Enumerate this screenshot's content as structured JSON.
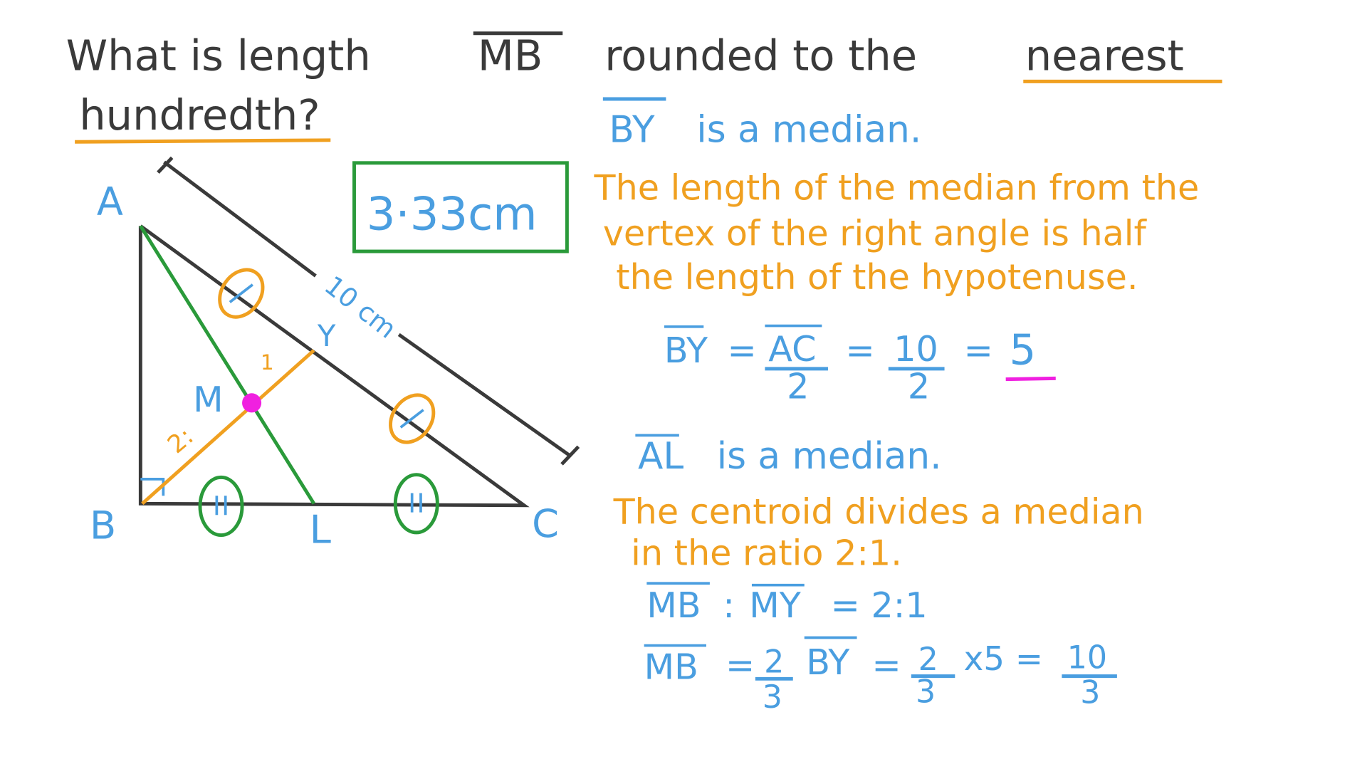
{
  "question": {
    "line1_before": "What is length",
    "segment": "MB",
    "line1_after": "rounded to the",
    "emphasis1": "nearest",
    "line2": "hundredth?"
  },
  "answer": "3·33cm",
  "diagram": {
    "labels": {
      "A": "A",
      "B": "B",
      "C": "C",
      "L": "L",
      "M": "M",
      "Y": "Y"
    },
    "hypotenuse_length": "10 cm",
    "ratio_small": "1",
    "ratio_large": "2:"
  },
  "solution": {
    "by_median": {
      "segment": "BY",
      "text": "is a median."
    },
    "median_fact": [
      "The length of the median from the",
      "vertex of the right angle is half",
      "the length of the hypotenuse."
    ],
    "equation1": {
      "lhs": "BY",
      "eq": "=",
      "num1": "AC",
      "den1": "2",
      "num2": "10",
      "den2": "2",
      "result": "5"
    },
    "al_median": {
      "segment": "AL",
      "text": "is a median."
    },
    "centroid_fact": [
      "The centroid divides a median",
      "in the ratio 2:1."
    ],
    "ratio_eq": {
      "seg1": "MB",
      "colon": ":",
      "seg2": "MY",
      "rhs": "= 2:1"
    },
    "equation2": {
      "lhs": "MB",
      "eq": "=",
      "num1": "2",
      "den1": "3",
      "seg": "BY",
      "num2": "2",
      "den2": "3",
      "times": "x5 =",
      "num3": "10",
      "den3": "3"
    }
  },
  "colors": {
    "dark": "#3a3a3a",
    "blue": "#4a9ee0",
    "orange": "#f0a020",
    "green": "#2a9a3a",
    "magenta": "#f020e0"
  }
}
